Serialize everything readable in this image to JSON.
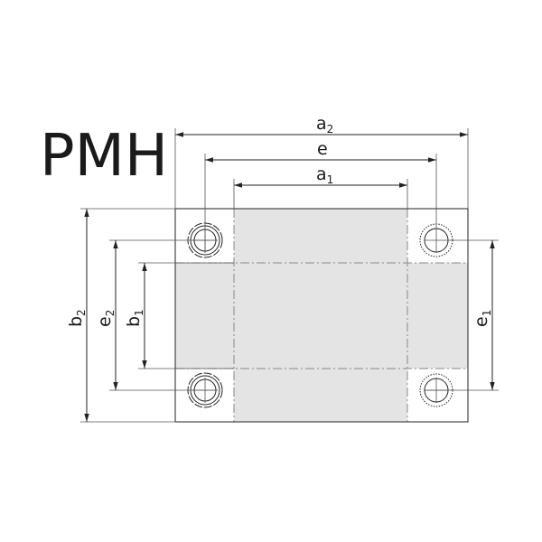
{
  "title": "PMH",
  "dimensions": {
    "a2": {
      "base": "a",
      "sub": "2"
    },
    "e": {
      "base": "e",
      "sub": ""
    },
    "a1": {
      "base": "a",
      "sub": "1"
    },
    "b2": {
      "base": "b",
      "sub": "2"
    },
    "e2": {
      "base": "e",
      "sub": "2"
    },
    "b1": {
      "base": "b",
      "sub": "1"
    },
    "e1": {
      "base": "e",
      "sub": "1"
    }
  },
  "colors": {
    "fill": "#e4e4e4",
    "line": "#222222"
  }
}
